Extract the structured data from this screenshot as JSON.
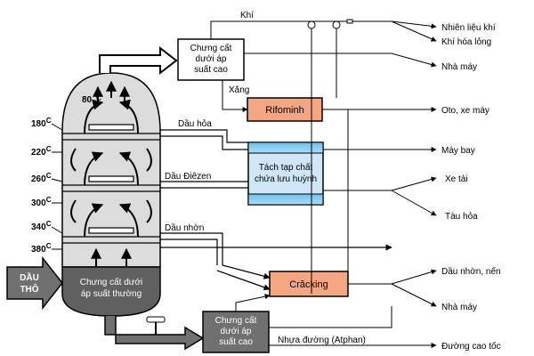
{
  "column": {
    "top_temp": "80",
    "top_temp_unit": "C",
    "base_label_1": "Chưng cất dưới",
    "base_label_2": "áp suất thường",
    "temps": [
      {
        "value": "180",
        "unit": "C"
      },
      {
        "value": "220",
        "unit": "C"
      },
      {
        "value": "260",
        "unit": "C"
      },
      {
        "value": "300",
        "unit": "C"
      },
      {
        "value": "340",
        "unit": "C"
      },
      {
        "value": "380",
        "unit": "C"
      }
    ]
  },
  "crude": {
    "line1": "DẦU",
    "line2": "THÔ"
  },
  "boxes": {
    "hp_top": {
      "line1": "Chưng cất",
      "line2": "dưới áp",
      "line3": "suất cao"
    },
    "hp_bottom": {
      "line1": "Chưng cất",
      "line2": "dưới áp",
      "line3": "suất cao"
    },
    "rifominh": "Rifominh",
    "sulfur": {
      "line1": "Tách tạp chất",
      "line2": "chứa lưu huỳnh"
    },
    "cracking": "Crăcking"
  },
  "streams": {
    "khi": "Khí",
    "xang": "Xăng",
    "dau_hoa": "Dầu hỏa",
    "dau_diezen": "Dầu Điêzen",
    "dau_nhon": "Dầu nhờn",
    "nhua_duong": "Nhựa đường (Atphan)"
  },
  "outputs": [
    "Nhiên liệu khí",
    "Khí hóa lỏng",
    "Nhà máy",
    "Oto, xe máy",
    "Máy bay",
    "Xe tải",
    "Tàu hỏa",
    "Dầu nhờn, nến",
    "Nhà máy",
    "Đường cao tốc"
  ],
  "colors": {
    "rifominh_fill": "#f4a582",
    "cracking_fill": "#f4a582",
    "sulfur_fill": "#cfe6f6",
    "sulfur_band": "#6ec1ea",
    "column_fill": "#dcdcdc",
    "column_base": "#606060",
    "hp_bottom_fill": "#707070",
    "crude_arrow": "#707070"
  }
}
